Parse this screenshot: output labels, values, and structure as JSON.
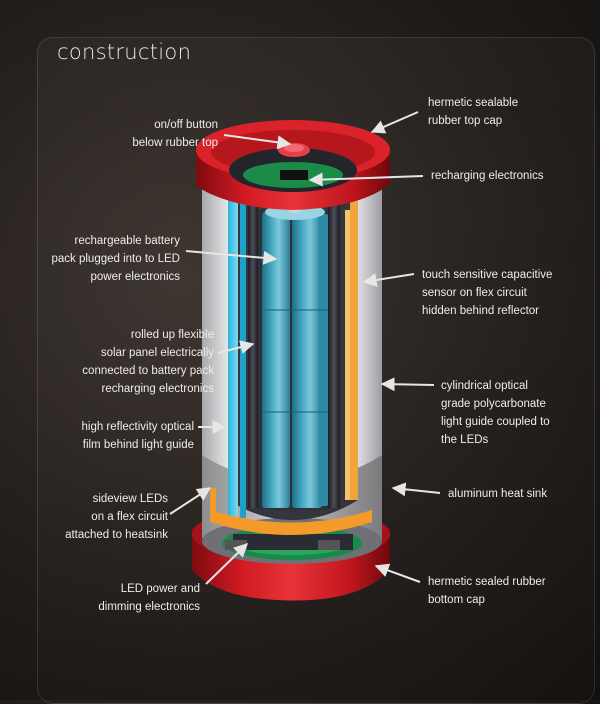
{
  "title": "construction",
  "labels": {
    "on_off_button": [
      "on/off button",
      "below rubber top"
    ],
    "top_cap": [
      "hermetic sealable",
      "rubber top cap"
    ],
    "recharging_electronics": [
      "recharging electronics"
    ],
    "battery_pack": [
      "rechargeable battery",
      "pack plugged into to LED",
      "power electronics"
    ],
    "touch_sensor": [
      "touch sensitive capacitive",
      "sensor on flex circuit",
      "hidden behind reflector"
    ],
    "solar_panel": [
      "rolled up flexible",
      "solar panel electrically",
      "connected to battery pack",
      "recharging electronics"
    ],
    "light_guide": [
      "cylindrical optical",
      "grade polycarbonate",
      "light guide coupled to",
      "the LEDs"
    ],
    "reflectivity_film": [
      "high reflectivity optical",
      "film behind light guide"
    ],
    "heat_sink": [
      "aluminum heat sink"
    ],
    "sideview_leds": [
      "sideview LEDs",
      "on a flex circuit",
      "attached to heatsink"
    ],
    "led_power": [
      "LED power and",
      "dimming electronics"
    ],
    "bottom_cap": [
      "hermetic sealed rubber",
      "bottom cap"
    ]
  }
}
